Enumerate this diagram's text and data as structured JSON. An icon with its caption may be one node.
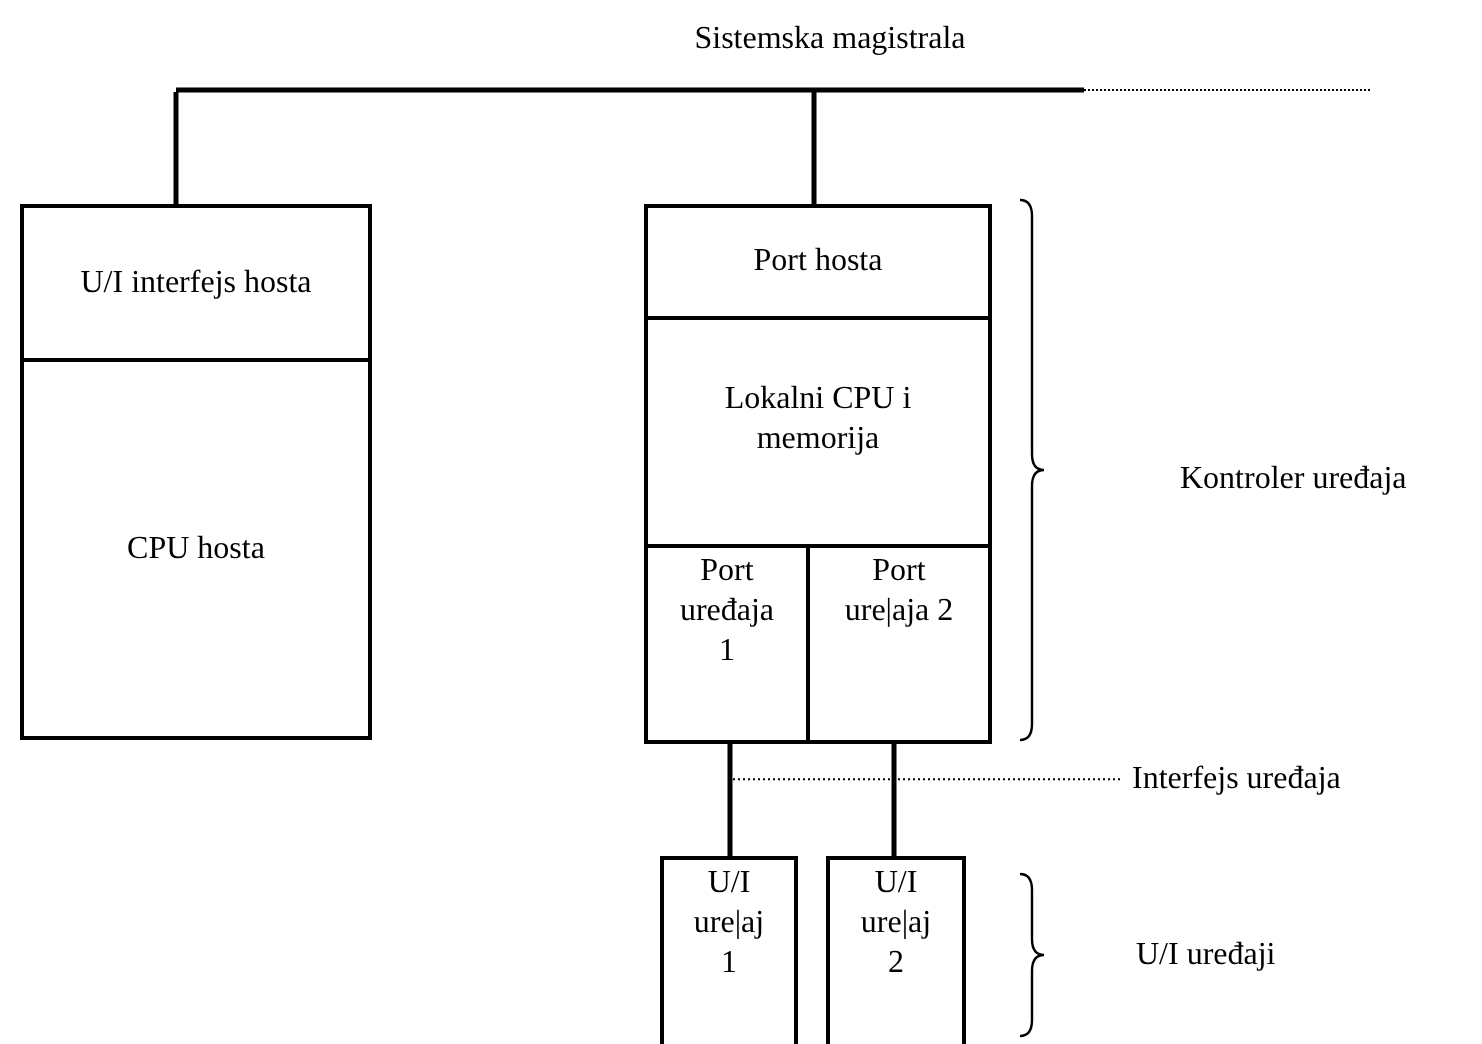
{
  "diagram": {
    "nodes": [
      {
        "text": [
          "Sistemska magistrala"
        ]
      },
      {
        "text": [
          "U/I interfejs hosta"
        ]
      },
      {
        "text": [
          "CPU hosta"
        ]
      },
      {
        "text": [
          "Port hosta"
        ]
      },
      {
        "text": [
          "Lokalni CPU i memorija"
        ]
      },
      {
        "text": [
          "Port uređaja 1"
        ]
      },
      {
        "text": [
          "Port ure|aja 2"
        ]
      },
      {
        "text": [
          "U/I ure|aj 1"
        ]
      },
      {
        "text": [
          "U/I ure|aj 2"
        ]
      },
      {
        "text": [
          "Interfejs uređaja"
        ]
      }
    ],
    "edges": [
      {
        "from": 0,
        "to": 1,
        "arrow": "none"
      },
      {
        "from": 0,
        "to": 3,
        "arrow": "none"
      },
      {
        "from": 5,
        "to": 7,
        "arrow": "none"
      },
      {
        "from": 6,
        "to": 8,
        "arrow": "none"
      },
      {
        "from": 9,
        "to": null,
        "arrow": "none",
        "style": "dashed"
      }
    ],
    "labels": [
      "Kontroler uređaja",
      "U/I uređaji"
    ]
  }
}
